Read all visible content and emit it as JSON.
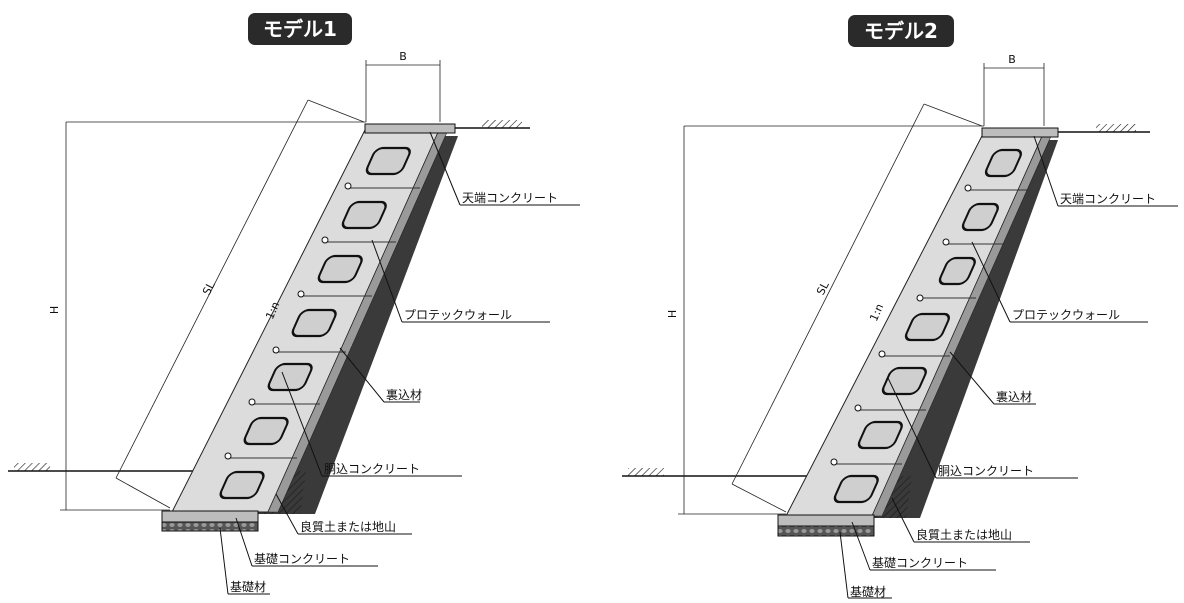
{
  "models": [
    {
      "title": "モデル1",
      "dims": {
        "B": "B",
        "H": "H",
        "SL": "SL",
        "slope": "1:n"
      },
      "labels": {
        "crest_concrete": "天端コンクリート",
        "protec_wall": "プロテックウォール",
        "backfill": "裏込材",
        "filled_concrete": "胴込コンクリート",
        "good_soil": "良質土または地山",
        "foundation_concrete": "基礎コンクリート",
        "foundation_material": "基礎材"
      }
    },
    {
      "title": "モデル2",
      "dims": {
        "B": "B",
        "H": "H",
        "SL": "SL",
        "slope": "1:n"
      },
      "labels": {
        "crest_concrete": "天端コンクリート",
        "protec_wall": "プロテックウォール",
        "backfill": "裏込材",
        "filled_concrete": "胴込コンクリート",
        "good_soil": "良質土または地山",
        "foundation_concrete": "基礎コンクリート",
        "foundation_material": "基礎材"
      }
    }
  ],
  "colors": {
    "panel_fill": "#dcdcdc",
    "backfill_fill": "#3a3a3a",
    "soil_fill": "#4a4a4a",
    "badge_fill": "#2a2a2a"
  }
}
